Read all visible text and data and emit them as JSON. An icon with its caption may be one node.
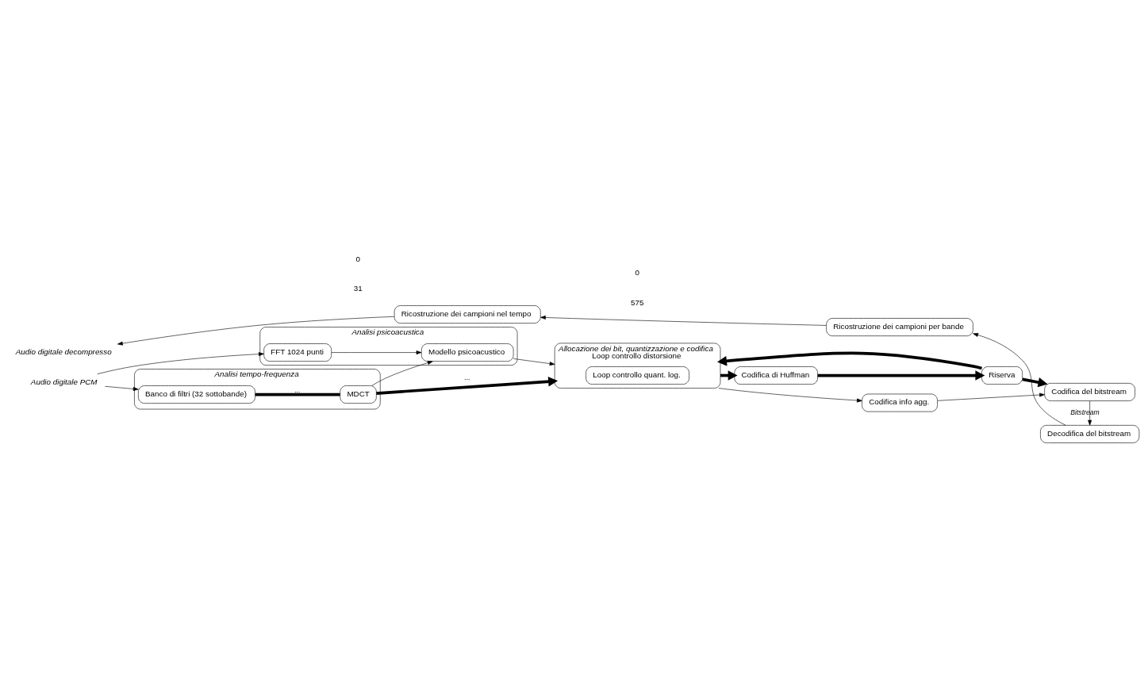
{
  "diagram": {
    "nodes": [
      {
        "text": [
          "Analisi tempo-frequenza"
        ]
      },
      {
        "text": [
          "Banco di filtri (32 sottobande)"
        ],
        "in": 0
      },
      {
        "text": [
          "MDCT"
        ],
        "in": 0
      },
      {
        "text": [
          "Analisi psicoacustica"
        ]
      },
      {
        "text": [
          "FFT 1024 punti"
        ],
        "in": 3
      },
      {
        "text": [
          "Modello psicoacustico"
        ],
        "in": 3
      },
      {
        "text": [
          "Allocazione dei bit, quantizzazione e codifica",
          "Loop controllo distorsione"
        ]
      },
      {
        "text": [
          "Loop controllo quant. log."
        ],
        "in": 6
      },
      {
        "text": [
          "Codifica di Huffman"
        ]
      },
      {
        "text": [
          "Riserva"
        ]
      },
      {
        "text": [
          "Codifica info agg."
        ]
      },
      {
        "text": [
          "Codifica del bitstream"
        ]
      },
      {
        "text": [
          "Decodifica del bitstream"
        ]
      },
      {
        "text": [
          "Ricostruzione dei campioni per bande"
        ]
      },
      {
        "text": [
          "Ricostruzione dei campioni nel tempo"
        ]
      },
      {
        "text": [
          "Audio digitale PCM"
        ]
      },
      {
        "text": [
          "Audio digitale decompresso"
        ]
      }
    ],
    "edges": [
      {
        "from": 15,
        "to": 1,
        "arrow": "to"
      },
      {
        "from": 15,
        "to": 4,
        "arrow": "to"
      },
      {
        "from": 1,
        "to": 2,
        "arrow": "none",
        "label": "...",
        "style": "thick"
      },
      {
        "from": 2,
        "to": 6,
        "arrow": "to",
        "label": "...",
        "style": "thick"
      },
      {
        "from": 2,
        "to": 5,
        "arrow": "to"
      },
      {
        "from": 4,
        "to": 5,
        "arrow": "to"
      },
      {
        "from": 5,
        "to": 6,
        "arrow": "to"
      },
      {
        "from": 6,
        "to": 8,
        "arrow": "to",
        "style": "thick"
      },
      {
        "from": 8,
        "to": 9,
        "arrow": "to",
        "style": "thick"
      },
      {
        "from": 9,
        "to": 6,
        "arrow": "to",
        "style": "thick"
      },
      {
        "from": 9,
        "to": 11,
        "arrow": "to",
        "style": "thick"
      },
      {
        "from": 6,
        "to": 10,
        "arrow": "to"
      },
      {
        "from": 10,
        "to": 11,
        "arrow": "to"
      },
      {
        "from": 11,
        "to": 12,
        "arrow": "to",
        "label": "Bitstream"
      },
      {
        "from": 12,
        "to": 13,
        "arrow": "to"
      },
      {
        "from": 13,
        "to": 14,
        "arrow": "to"
      },
      {
        "from": 14,
        "to": 16,
        "arrow": "to"
      }
    ],
    "labels": [
      "31",
      "0",
      "575",
      "0"
    ]
  }
}
